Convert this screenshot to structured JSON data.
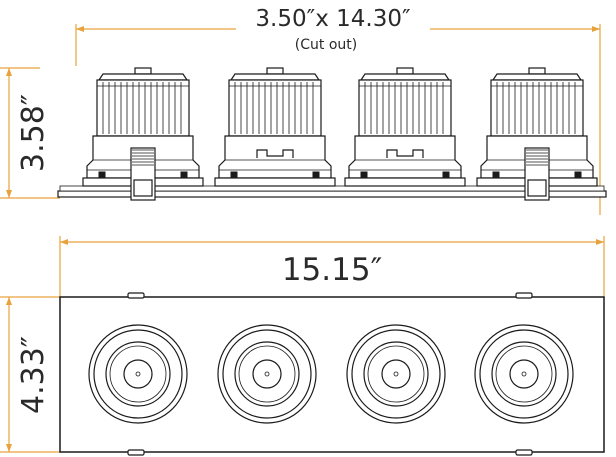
{
  "dimensions": {
    "cutout_label": "3.50″x 14.30″",
    "cutout_note": "(Cut out)",
    "side_height": "3.58″",
    "overall_length": "15.15″",
    "front_height": "4.33″"
  },
  "colors": {
    "dimension_line": "#e8a23c",
    "ink": "#1a1a1a"
  },
  "views": {
    "side_view_module_count": 4,
    "front_view_lamp_count": 4
  }
}
